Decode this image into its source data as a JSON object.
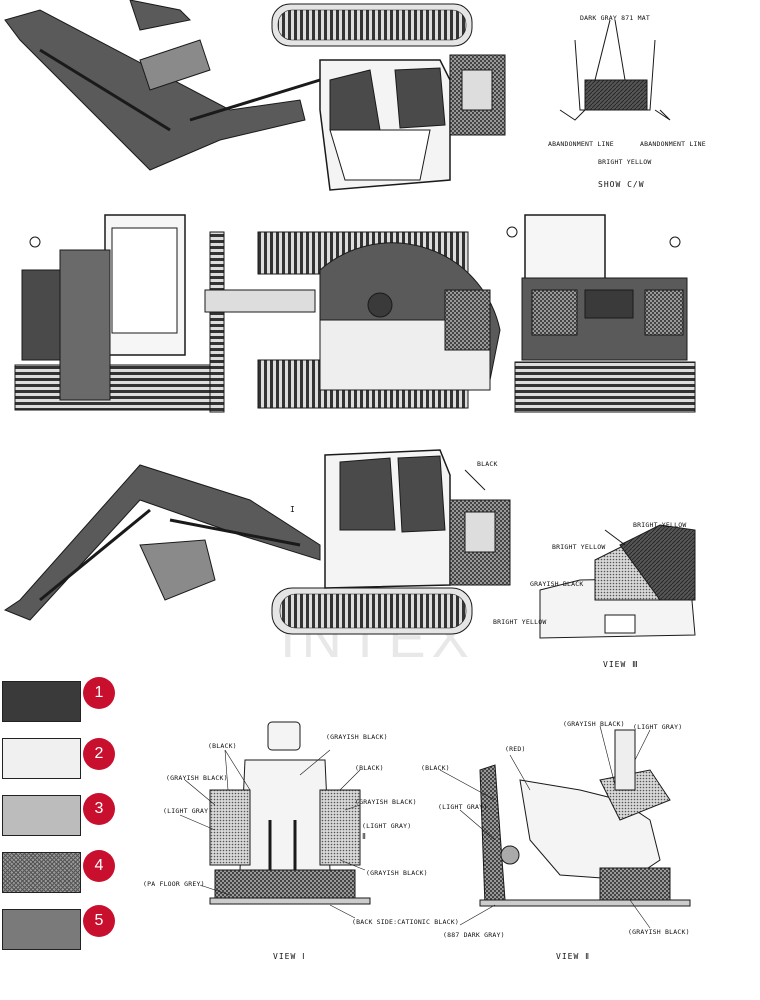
{
  "colors": {
    "badge": "#c8102e",
    "dark": "#3a3a3a",
    "mid": "#7a7a7a",
    "light": "#bdbdbd",
    "pale": "#efefef",
    "line": "#1a1a1a"
  },
  "top_right_detail": {
    "label_top": "DARK GRAY 871 MAT",
    "label_left": "ABANDONMENT LINE",
    "label_right": "ABANDONMENT LINE",
    "label_bottom": "BRIGHT YELLOW",
    "caption": "SHOW C/W"
  },
  "side_view": {
    "label_black": "BLACK",
    "label_view_marker": "I"
  },
  "view_iii": {
    "label_bright_yellow_top": "BRIGHT YELLOW",
    "label_bright_yellow_left": "BRIGHT YELLOW",
    "label_grayish_black": "GRAYISH BLACK",
    "label_bright_yellow_bottom": "BRIGHT YELLOW",
    "caption": "VIEW Ⅲ"
  },
  "legend": [
    {
      "number": "1"
    },
    {
      "number": "2"
    },
    {
      "number": "3"
    },
    {
      "number": "4"
    },
    {
      "number": "5"
    }
  ],
  "view_i": {
    "labels": {
      "black_top": "(BLACK)",
      "grayish_black_top": "(GRAYISH BLACK)",
      "grayish_black_left": "(GRAYISH BLACK)",
      "light_gray_left": "(LIGHT GRAY)",
      "black_right": "(BLACK)",
      "grayish_black_right": "(GRAYISH BLACK)",
      "light_gray_right": "(LIGHT GRAY)",
      "grayish_black_lower": "(GRAYISH BLACK)",
      "floor": "(PA FLOOR GREY)",
      "base": "(BACK SIDE:CATIONIC BLACK)",
      "marker": "Ⅱ"
    },
    "caption": "VIEW Ⅰ"
  },
  "view_ii": {
    "labels": {
      "grayish_black_top": "(GRAYISH BLACK)",
      "light_gray_top": "(LIGHT GRAY)",
      "red": "(RED)",
      "black": "(BLACK)",
      "light_gray_left": "(LIGHT GRAY)",
      "dark_gray": "(887 DARK GRAY)",
      "grayish_black_bottom": "(GRAYISH BLACK)"
    },
    "caption": "VIEW Ⅱ"
  },
  "watermark": "INTEX"
}
